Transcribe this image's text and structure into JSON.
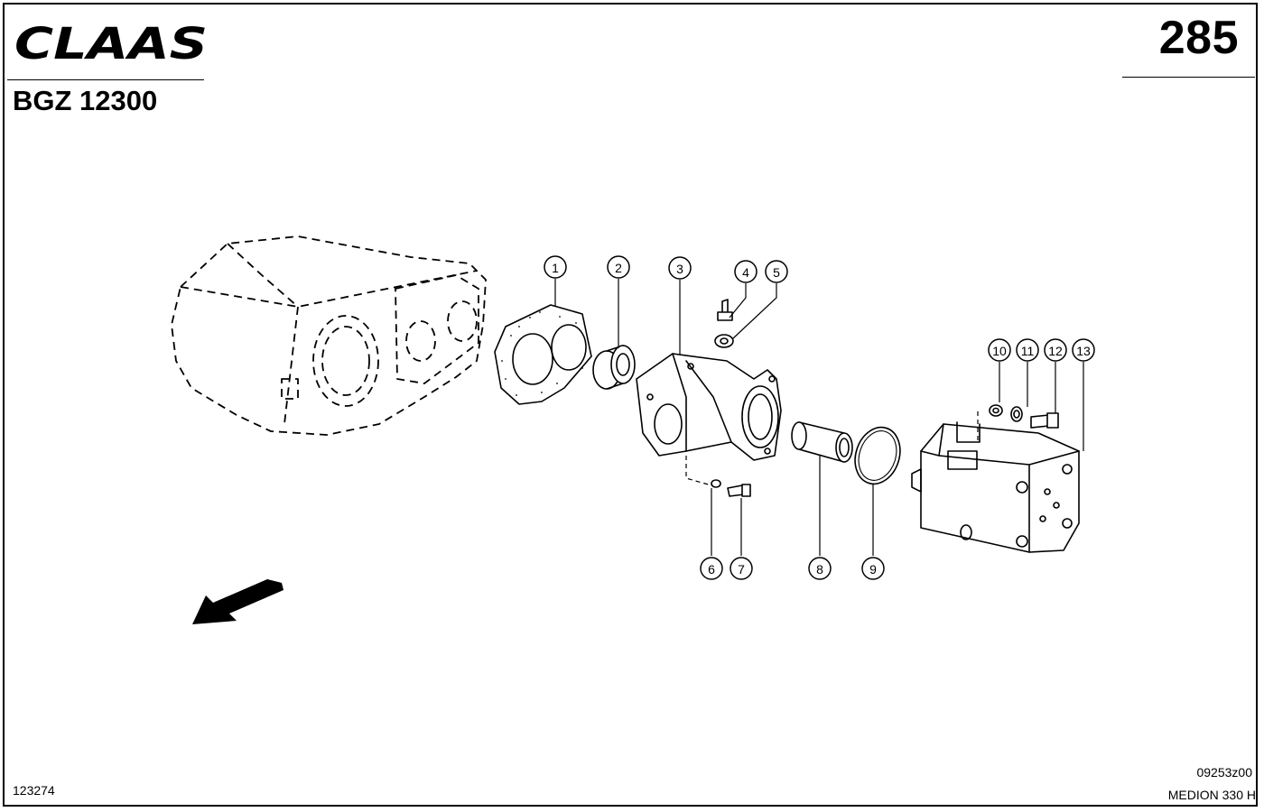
{
  "header": {
    "brand_logo": "CLAAS",
    "page_number": "285",
    "group_code": "BGZ 12300"
  },
  "footer": {
    "left_code": "123274",
    "drawing_number": "09253z00",
    "model": "MEDION 330 H"
  },
  "diagram": {
    "callouts": [
      "1",
      "2",
      "3",
      "4",
      "5",
      "6",
      "7",
      "8",
      "9",
      "10",
      "11",
      "12",
      "13"
    ],
    "direction_indicator": "arrow-icon"
  }
}
